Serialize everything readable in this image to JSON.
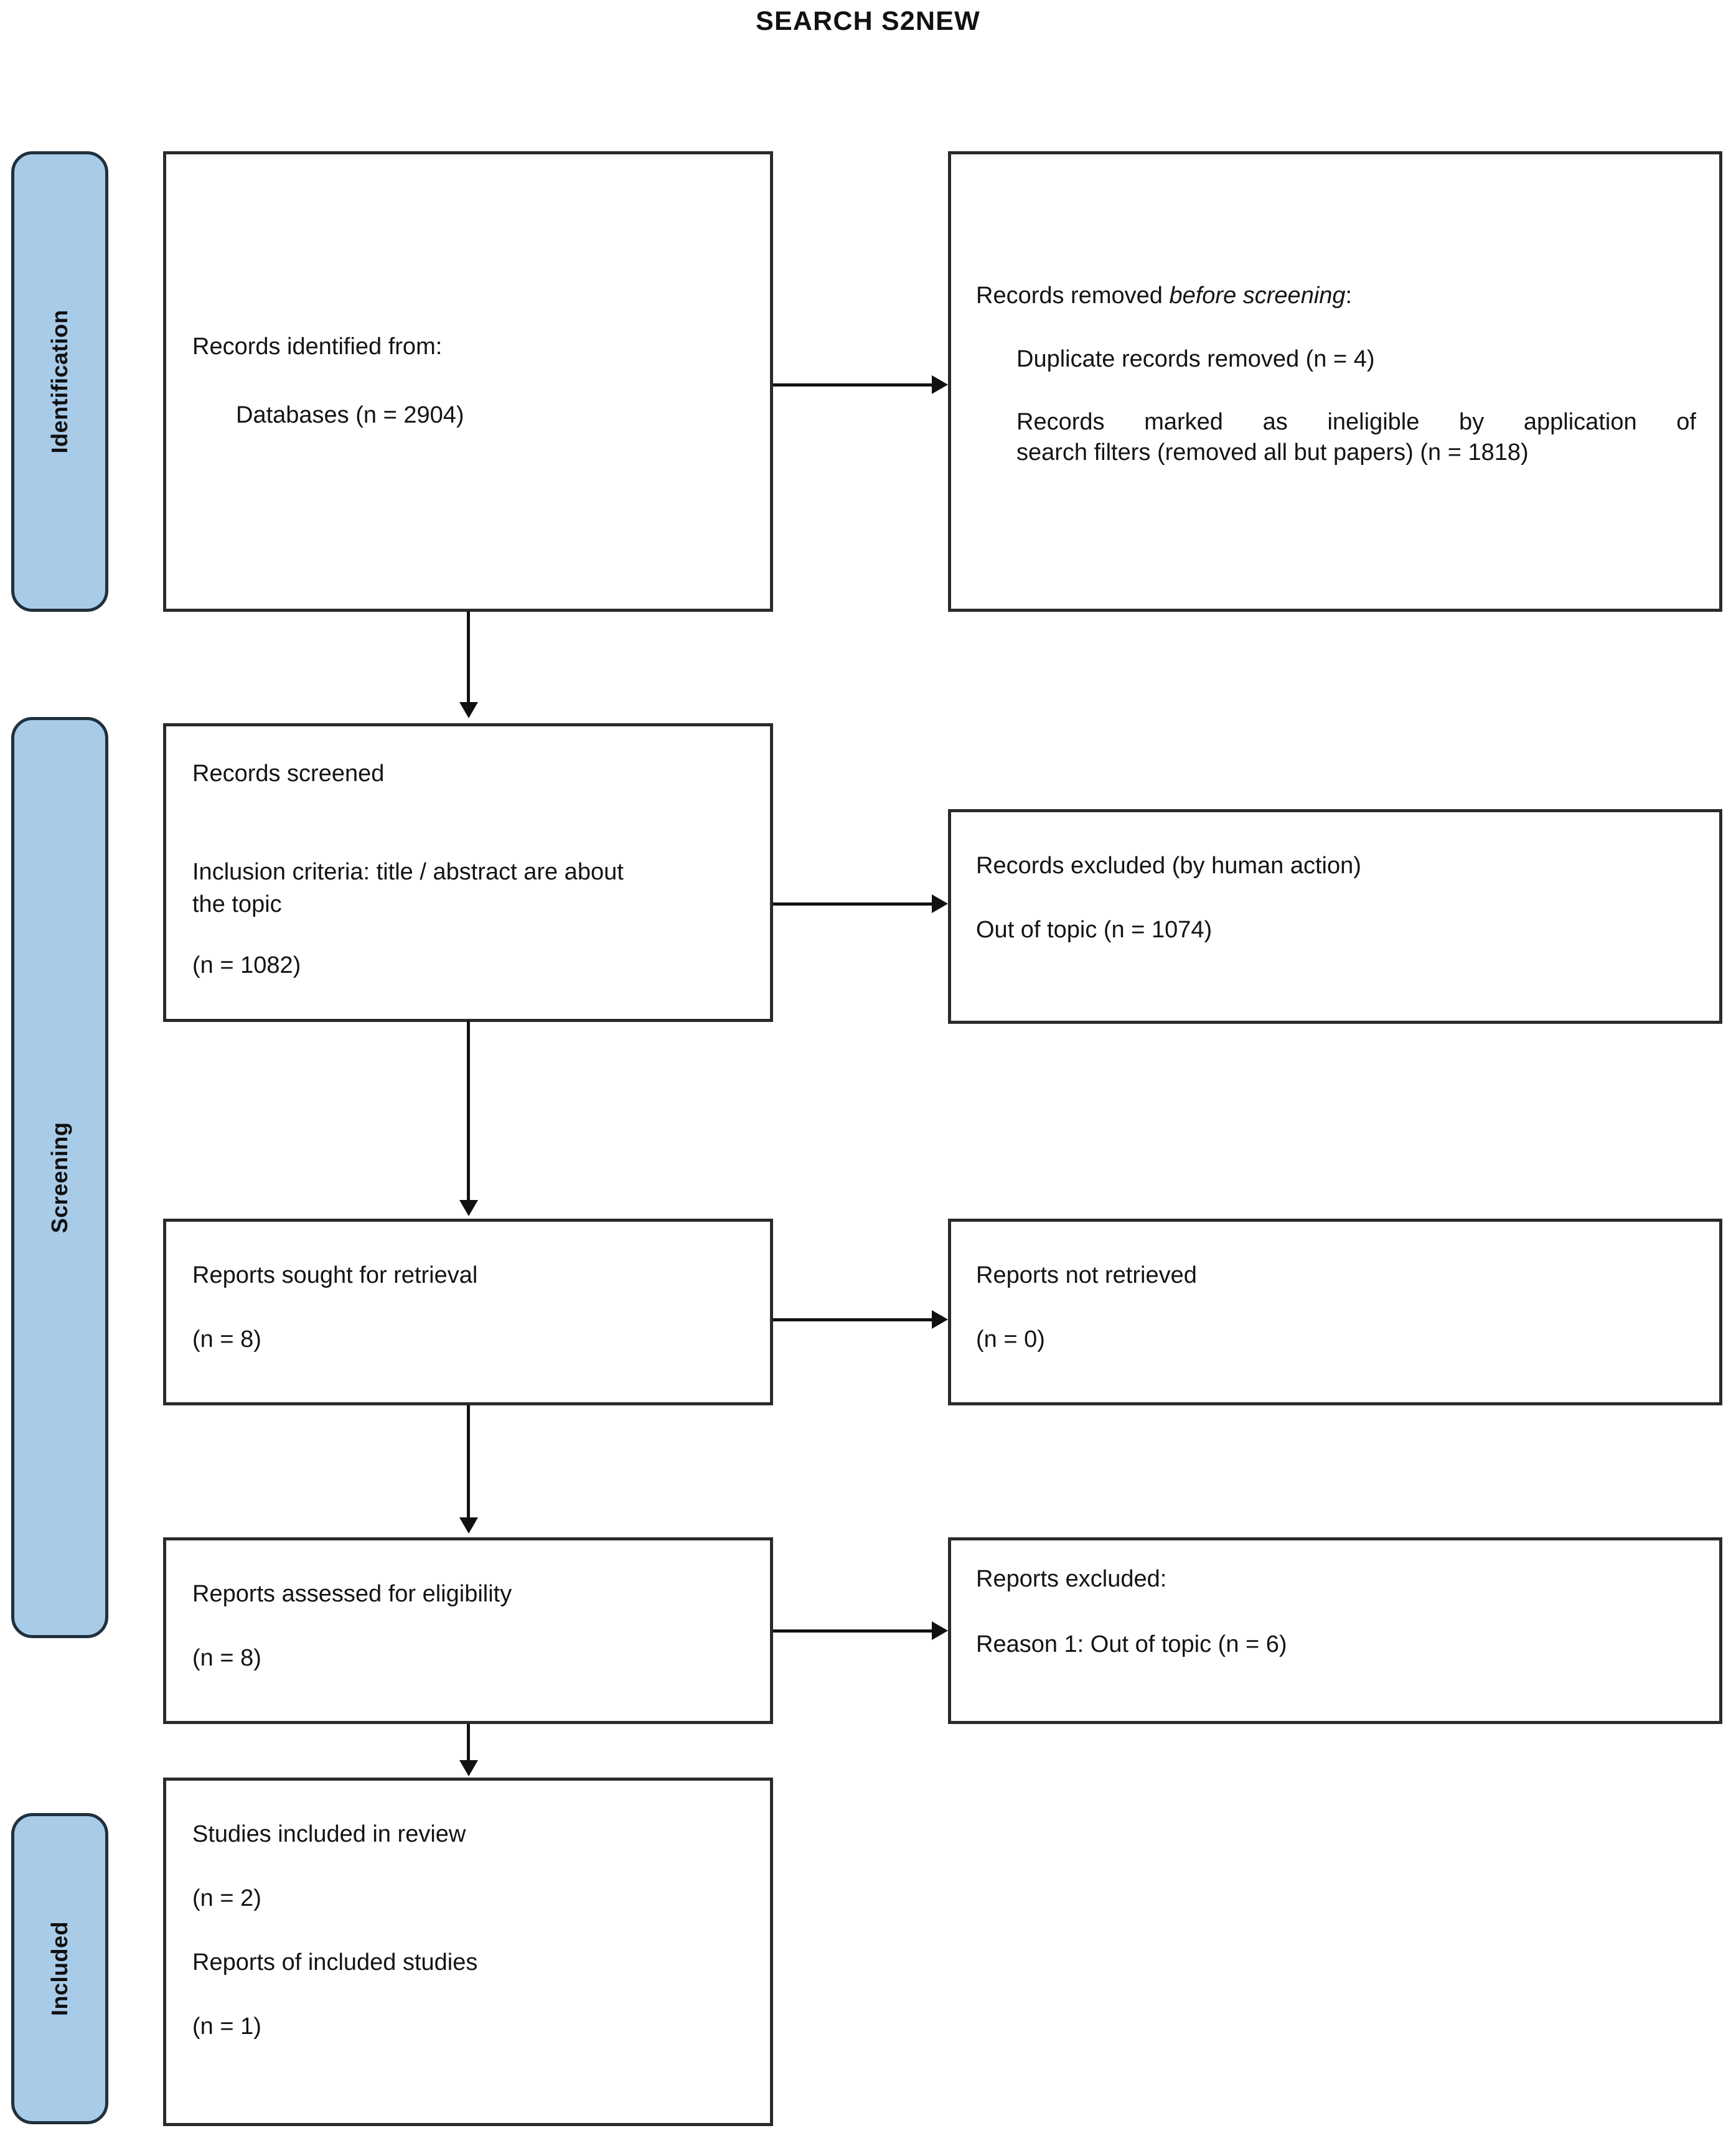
{
  "title": "SEARCH S2NEW",
  "colors": {
    "stage_fill": "#a8cbe8",
    "stage_border": "#20303c",
    "box_border": "#2b2b2b",
    "text": "#141414",
    "background": "#ffffff"
  },
  "stages": [
    {
      "id": "identification",
      "label": "Identification"
    },
    {
      "id": "screening",
      "label": "Screening"
    },
    {
      "id": "included",
      "label": "Included"
    }
  ],
  "boxes": {
    "records_identified": {
      "line1": "Records identified from:",
      "line2": "Databases (n = 2904)"
    },
    "records_removed": {
      "heading_prefix": "Records removed ",
      "heading_italic": "before screening",
      "heading_suffix": ":",
      "item1": "Duplicate records removed (n = 4)",
      "item2_l1": "Records marked as ineligible by application of",
      "item2_l2": "search filters (removed all but papers) (n = 1818)"
    },
    "records_screened": {
      "line1": "Records screened",
      "line2_l1": "Inclusion criteria: title / abstract are about",
      "line2_l2": "the topic",
      "line3": "(n = 1082)"
    },
    "records_excluded": {
      "line1": "Records excluded (by human action)",
      "line2": "Out of topic (n = 1074)"
    },
    "reports_sought": {
      "line1": "Reports sought for retrieval",
      "line2": "(n = 8)"
    },
    "reports_not_retrieved": {
      "line1": "Reports not retrieved",
      "line2": "(n = 0)"
    },
    "reports_assessed": {
      "line1": "Reports assessed for eligibility",
      "line2": "(n = 8)"
    },
    "reports_excluded": {
      "line1": "Reports excluded:",
      "line2": "Reason 1: Out of topic (n = 6)"
    },
    "studies_included": {
      "line1": "Studies included in review",
      "line2": "(n = 2)",
      "line3": "Reports of included studies",
      "line4": "(n = 1)"
    }
  },
  "chart_data": {
    "type": "diagram",
    "title": "SEARCH S2NEW",
    "diagram_kind": "PRISMA flow diagram",
    "stages": [
      "Identification",
      "Screening",
      "Included"
    ],
    "nodes": [
      {
        "id": "records_identified",
        "stage": "Identification",
        "label": "Records identified from: Databases",
        "n": 2904
      },
      {
        "id": "records_removed",
        "stage": "Identification",
        "label": "Records removed before screening",
        "children": [
          {
            "label": "Duplicate records removed",
            "n": 4
          },
          {
            "label": "Records marked as ineligible by application of search filters (removed all but papers)",
            "n": 1818
          }
        ]
      },
      {
        "id": "records_screened",
        "stage": "Screening",
        "label": "Records screened — Inclusion criteria: title / abstract are about the topic",
        "n": 1082
      },
      {
        "id": "records_excluded",
        "stage": "Screening",
        "label": "Records excluded (by human action) — Out of topic",
        "n": 1074
      },
      {
        "id": "reports_sought",
        "stage": "Screening",
        "label": "Reports sought for retrieval",
        "n": 8
      },
      {
        "id": "reports_not_retrieved",
        "stage": "Screening",
        "label": "Reports not retrieved",
        "n": 0
      },
      {
        "id": "reports_assessed",
        "stage": "Screening",
        "label": "Reports assessed for eligibility",
        "n": 8
      },
      {
        "id": "reports_excluded",
        "stage": "Screening",
        "label": "Reports excluded: Reason 1: Out of topic",
        "n": 6
      },
      {
        "id": "studies_included",
        "stage": "Included",
        "label": "Studies included in review",
        "n": 2
      },
      {
        "id": "reports_of_included",
        "stage": "Included",
        "label": "Reports of included studies",
        "n": 1
      }
    ],
    "edges": [
      {
        "from": "records_identified",
        "to": "records_removed",
        "direction": "right"
      },
      {
        "from": "records_identified",
        "to": "records_screened",
        "direction": "down"
      },
      {
        "from": "records_screened",
        "to": "records_excluded",
        "direction": "right"
      },
      {
        "from": "records_screened",
        "to": "reports_sought",
        "direction": "down"
      },
      {
        "from": "reports_sought",
        "to": "reports_not_retrieved",
        "direction": "right"
      },
      {
        "from": "reports_sought",
        "to": "reports_assessed",
        "direction": "down"
      },
      {
        "from": "reports_assessed",
        "to": "reports_excluded",
        "direction": "right"
      },
      {
        "from": "reports_assessed",
        "to": "studies_included",
        "direction": "down"
      }
    ]
  }
}
